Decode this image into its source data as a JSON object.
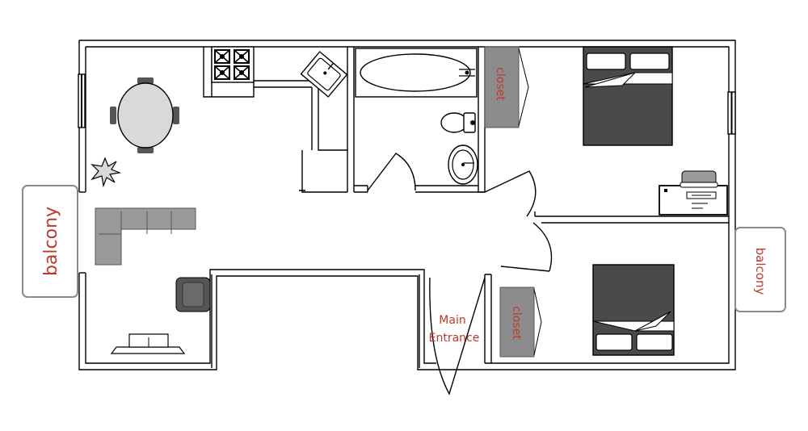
{
  "labels": {
    "balcony_left": "balcony",
    "balcony_right": "balcony",
    "closet_top": "closet",
    "closet_bottom": "closet",
    "entrance_line1": "Main",
    "entrance_line2": "Entrance"
  },
  "colors": {
    "label": "#c0392b",
    "wall": "#000000",
    "closet_fill": "#8c8c8c",
    "bed_fill": "#4a4a4a",
    "sofa_fill": "#9a9a9a",
    "chair_fill": "#555555",
    "table_fill": "#d9d9d9"
  }
}
